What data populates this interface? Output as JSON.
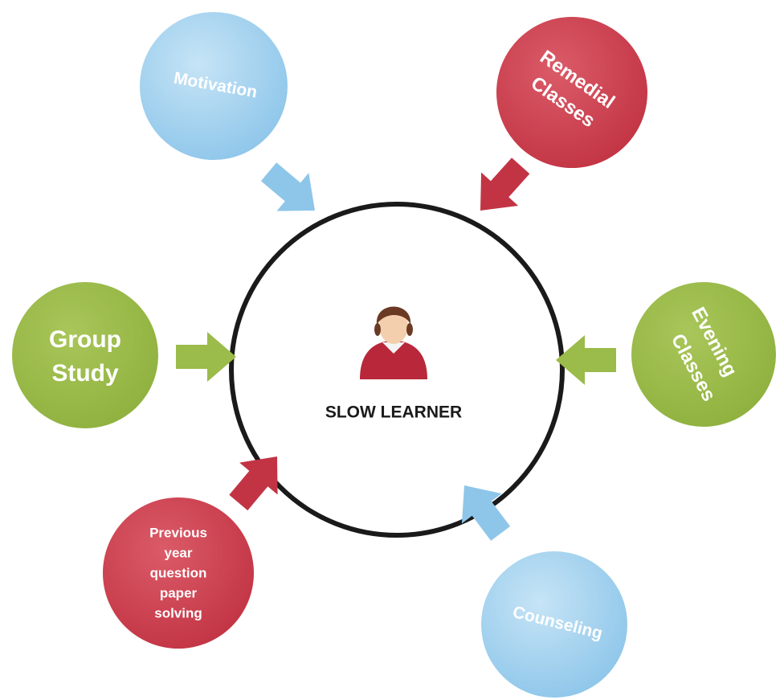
{
  "center": {
    "label": "SLOW LEARNER",
    "icon": "student-avatar-icon"
  },
  "colors": {
    "blue": "#a9d4ee",
    "red": "#cf4150",
    "green": "#9bbb4a",
    "ring": "#1a1a1a"
  },
  "nodes": {
    "motivation": {
      "label": "Motivation"
    },
    "remedial": {
      "line1": "Remedial",
      "line2": "Classes"
    },
    "group_study": {
      "line1": "Group",
      "line2": "Study"
    },
    "evening": {
      "line1": "Evening",
      "line2": "Classes"
    },
    "previous": {
      "lines": [
        "Previous",
        "year",
        "question",
        "paper",
        "solving"
      ]
    },
    "counseling": {
      "label": "Counseling"
    }
  }
}
